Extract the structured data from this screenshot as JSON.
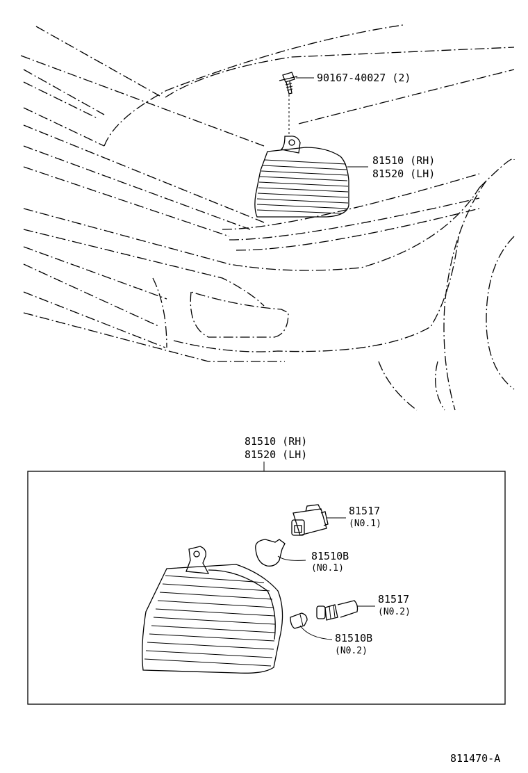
{
  "callouts": {
    "screw": "90167-40027 (2)",
    "lamp_top_rh": "81510 (RH)",
    "lamp_top_lh": "81520 (LH)",
    "assembly_rh": "81510 (RH)",
    "assembly_lh": "81520 (LH)",
    "socket1_num": "81517",
    "socket1_note": "(N0.1)",
    "bulb1_num": "81510B",
    "bulb1_note": "(N0.1)",
    "socket2_num": "81517",
    "socket2_note": "(N0.2)",
    "bulb2_num": "81510B",
    "bulb2_note": "(N0.2)"
  },
  "figure_id": "811470-A"
}
